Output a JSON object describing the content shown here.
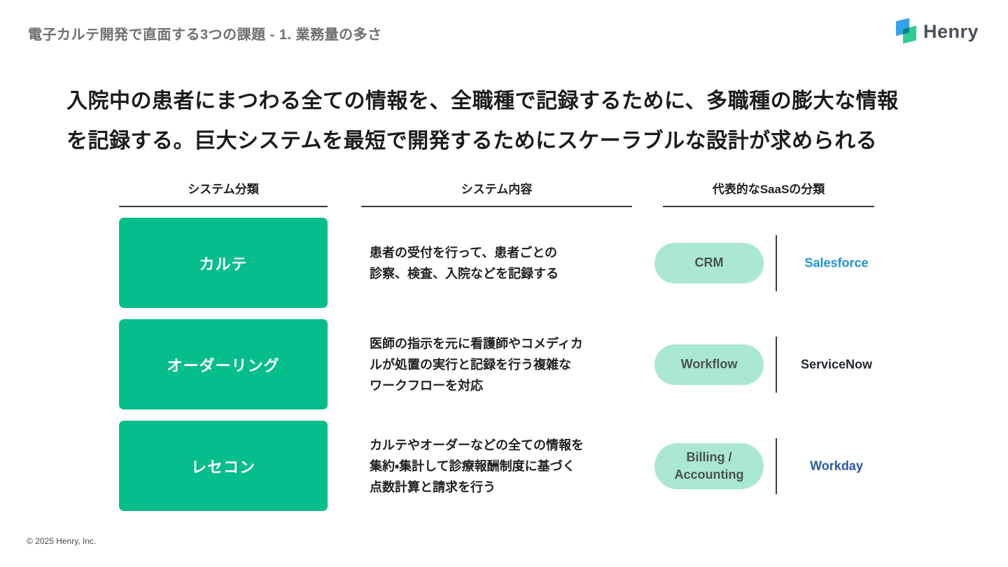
{
  "header": {
    "title": "電子カルテ開発で直面する3つの課題 - 1. 業務量の多さ",
    "logo_text": "Henry"
  },
  "heading": {
    "lines": [
      "入院中の患者にまつわる全ての情報を、全職種で記録するために、多職種の膨大な情報",
      "を記録する。巨大システムを最短で開発するためにスケーラブルな設計が求められる"
    ]
  },
  "table": {
    "columns": [
      {
        "label": "システム分類"
      },
      {
        "label": "システム内容"
      },
      {
        "label": "代表的なSaaSの分類"
      }
    ],
    "rows": [
      {
        "system": "カルテ",
        "desc_lines": [
          "患者の受付を行って、患者ごとの",
          "診察、検査、入院などを記録する"
        ],
        "saas_category": "CRM",
        "saas_product": "Salesforce",
        "saas_product_color": "#1e95d4"
      },
      {
        "system": "オーダーリング",
        "desc_lines": [
          "医師の指示を元に看護師やコメディカ",
          "ルが処置の実行と記録を行う複雑な",
          "ワークフローを対応"
        ],
        "saas_category": "Workflow",
        "saas_product": "ServiceNow",
        "saas_product_color": "#23282d"
      },
      {
        "system": "レセコン",
        "desc_lines": [
          "カルテやオーダーなどの全ての情報を",
          "集約・集計して診療報酬制度に基づく",
          "点数計算と請求を行う"
        ],
        "saas_category": "Billing / Accounting",
        "saas_product": "Workday",
        "saas_product_color": "#2a57a5"
      }
    ]
  },
  "footer": {
    "copyright": "© 2025 Henry, Inc."
  },
  "colors": {
    "system_box": "#06bd8c",
    "pill_bg": "#abe8d3",
    "logo_blue": "#35a3e8",
    "logo_green": "#2fce90",
    "heading_text": "#1c1c1c",
    "header_title": "#6f6f6f",
    "rule": "#3c3c3c"
  }
}
